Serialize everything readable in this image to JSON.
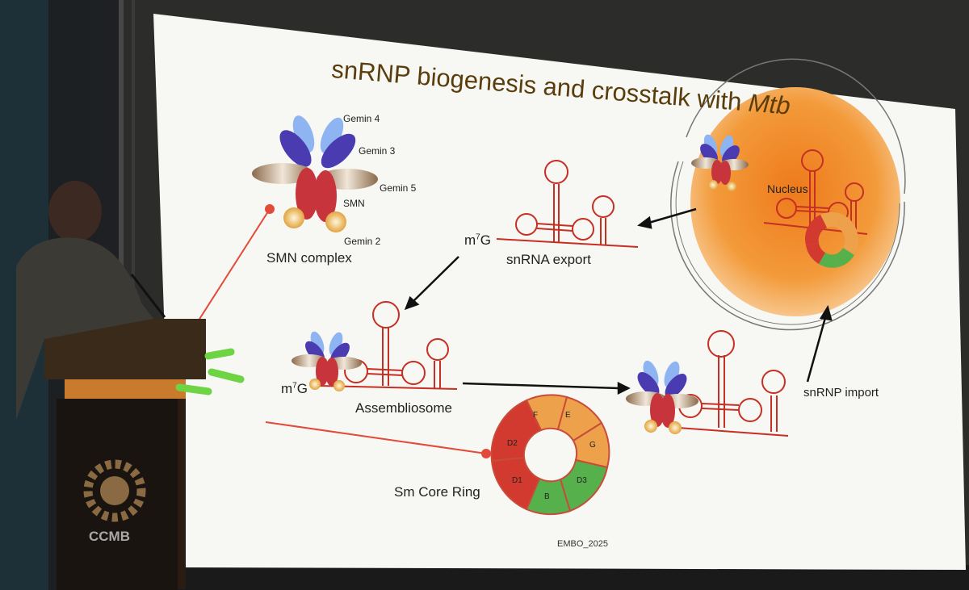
{
  "slide": {
    "title_main": "snRNP biogenesis and crosstalk with ",
    "title_italic": "Mtb",
    "smn_complex": {
      "label": "SMN complex",
      "gemin4": "Gemin 4",
      "gemin3": "Gemin 3",
      "gemin5": "Gemin 5",
      "smn": "SMN",
      "gemin2": "Gemin 2"
    },
    "nucleus_label": "Nucleus",
    "cap_label_1": "m",
    "cap_sup": "7",
    "cap_label_2": "G",
    "snrna_export": "snRNA export",
    "assembliosome": "Assembliosome",
    "sm_core_ring": "Sm Core Ring",
    "snrnp_import": "snRNP import",
    "ring_segments": [
      "F",
      "E",
      "G",
      "D3",
      "B",
      "D1",
      "D2"
    ],
    "footer": "EMBO_2025"
  },
  "podium": {
    "logo_text": "CCMB"
  },
  "colors": {
    "slide_bg": "#f7f7f4",
    "rna_red": "#c62f23",
    "nucleus_orange": "#f08a1e",
    "segment_red": "#d2392f",
    "segment_orange": "#eda14a",
    "segment_green": "#56b04c",
    "gemin_blue": "#4a3bb0",
    "smn_red": "#c8343c"
  }
}
